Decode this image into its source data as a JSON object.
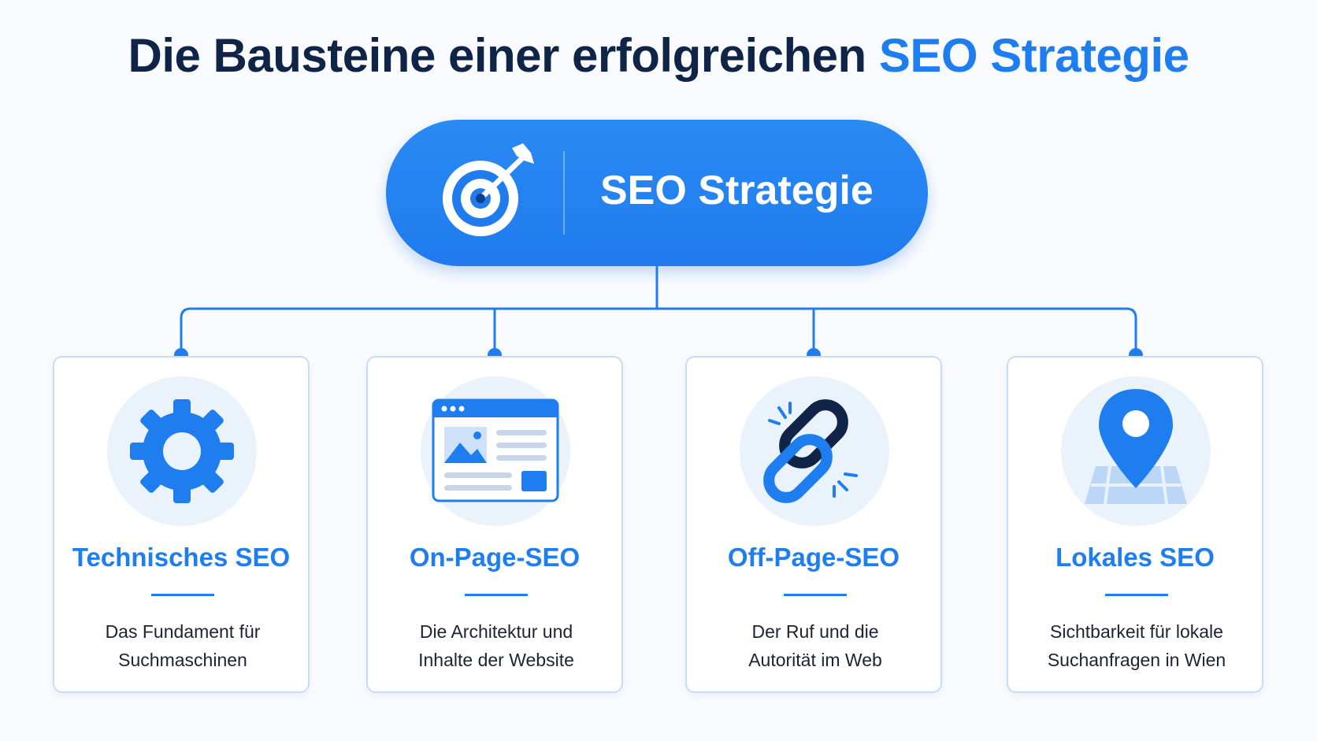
{
  "header": {
    "title_prefix": "Die Bausteine einer erfolgreichen",
    "title_accent": "SEO Strategie"
  },
  "root": {
    "label": "SEO Strategie",
    "icon": "target-arrow-icon"
  },
  "colors": {
    "accent": "#1e7ef0",
    "title_dark": "#0f2446",
    "card_border": "#c7dcf6",
    "icon_bg": "#eaf2fc"
  },
  "cards": [
    {
      "title": "Technisches SEO",
      "icon": "gear-icon",
      "desc_line1": "Das Fundament für",
      "desc_line2": "Suchmaschinen"
    },
    {
      "title": "On-Page-SEO",
      "icon": "webpage-icon",
      "desc_line1": "Die Architektur und",
      "desc_line2": "Inhalte der Website"
    },
    {
      "title": "Off-Page-SEO",
      "icon": "link-icon",
      "desc_line1": "Der Ruf und die",
      "desc_line2": "Autorität im Web"
    },
    {
      "title": "Lokales SEO",
      "icon": "map-pin-icon",
      "desc_line1": "Sichtbarkeit für lokale",
      "desc_line2": "Suchanfragen in Wien"
    }
  ]
}
